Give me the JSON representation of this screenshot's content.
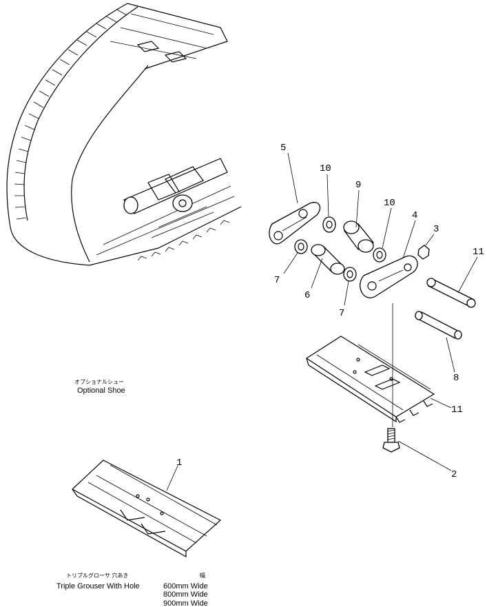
{
  "optional_shoe": {
    "jp": "オプショナルシュー",
    "en": "Optional Shoe"
  },
  "triple_grouser": {
    "jp": "トリプルグローサ 穴あき",
    "en": "Triple Grouser  With Hole",
    "width_header": "幅",
    "widths": [
      "600mm  Wide",
      "800mm  Wide",
      "900mm  Wide"
    ]
  },
  "callouts": {
    "c1": "1",
    "c2": "2",
    "c3": "3",
    "c4": "4",
    "c5": "5",
    "c6": "6",
    "c7a": "7",
    "c7b": "7",
    "c8": "8",
    "c9": "9",
    "c10a": "10",
    "c10b": "10",
    "c11a": "11",
    "c11b": "11"
  }
}
